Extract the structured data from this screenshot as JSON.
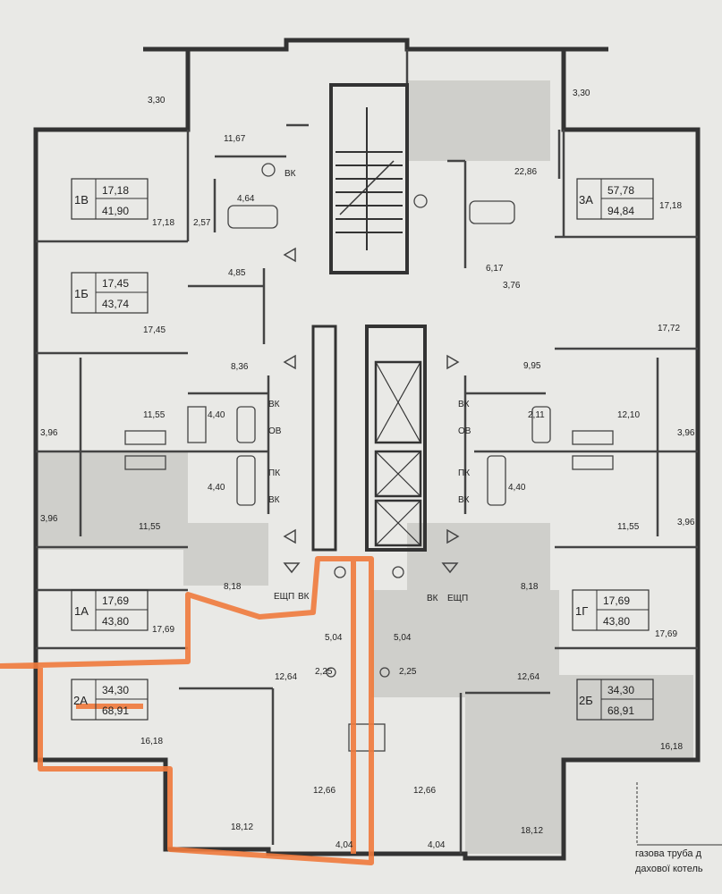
{
  "apartments": [
    {
      "id": "1V",
      "code": "1В",
      "living": "17,18",
      "total": "41,90"
    },
    {
      "id": "1B",
      "code": "1Б",
      "living": "17,45",
      "total": "43,74"
    },
    {
      "id": "1A",
      "code": "1А",
      "living": "17,69",
      "total": "43,80"
    },
    {
      "id": "2A",
      "code": "2А",
      "living": "34,30",
      "total": "68,91"
    },
    {
      "id": "3A",
      "code": "3А",
      "living": "57,78",
      "total": "94,84"
    },
    {
      "id": "1G",
      "code": "1Г",
      "living": "17,69",
      "total": "43,80"
    },
    {
      "id": "2B",
      "code": "2Б",
      "living": "34,30",
      "total": "68,91"
    }
  ],
  "room_areas": {
    "r330a": "3,30",
    "r330b": "3,30",
    "r1167": "11,67",
    "r2286": "22,86",
    "r464": "4,64",
    "r1718": "17,18",
    "r257": "2,57",
    "r1718b": "17,18",
    "r617": "6,17",
    "r485": "4,85",
    "r376": "3,76",
    "r1745": "17,45",
    "r1772": "17,72",
    "r836": "8,36",
    "r995": "9,95",
    "r1155a": "11,55",
    "r440a": "4,40",
    "r211": "2,11",
    "r1210": "12,10",
    "r396a": "3,96",
    "r396b": "3,96",
    "r440b": "4,40",
    "r440c": "4,40",
    "r396c": "3,96",
    "r1155b": "11,55",
    "r1155c": "11,55",
    "r396d": "3,96",
    "r818a": "8,18",
    "r818b": "8,18",
    "r504a": "5,04",
    "r504b": "5,04",
    "r1769a": "17,69",
    "r1769b": "17,69",
    "r1264a": "12,64",
    "r225a": "2,25",
    "r225b": "2,25",
    "r1264b": "12,64",
    "r1618a": "16,18",
    "r1618b": "16,18",
    "r1266a": "12,66",
    "r1266b": "12,66",
    "r1812a": "18,12",
    "r1812b": "18,12",
    "r404a": "4,04",
    "r404b": "4,04"
  },
  "shaft_labels": {
    "bk1": "ВК",
    "bk2": "ВК",
    "ob1": "ОВ",
    "pk1": "ПК",
    "bk3": "ВК",
    "bk4": "ВК",
    "ob2": "ОВ",
    "pk2": "ПК",
    "bk5": "ВК",
    "eshp1": "ЕЩП",
    "bk6": "ВК",
    "bk7": "ВК",
    "eshp2": "ЕЩП"
  },
  "note": {
    "line1": "газова труба д",
    "line2": "дахової котель"
  },
  "colors": {
    "highlight": "#f07a3c",
    "wall": "#333333",
    "shade": "#c9c9c5"
  }
}
